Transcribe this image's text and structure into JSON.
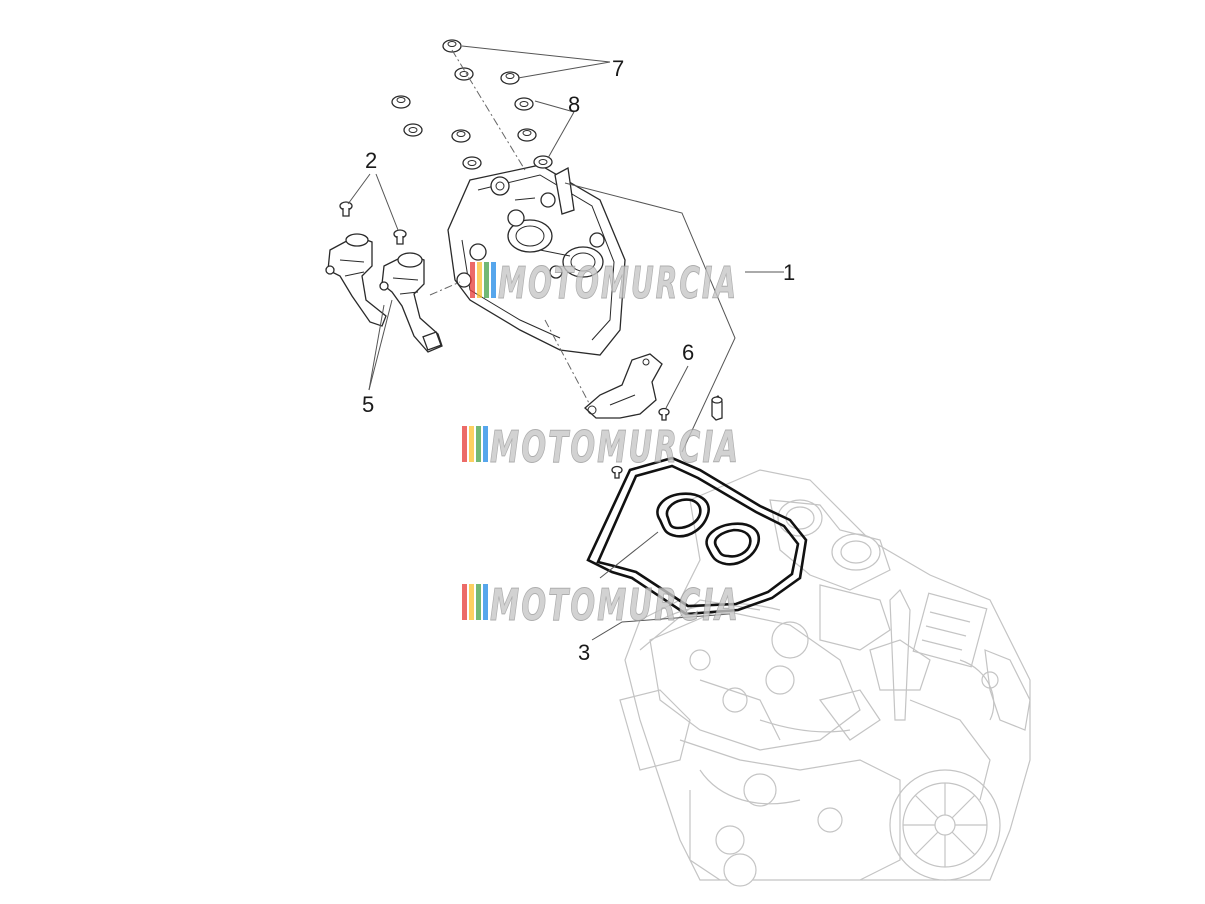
{
  "callouts": [
    {
      "id": "1",
      "label": "1"
    },
    {
      "id": "2",
      "label": "2"
    },
    {
      "id": "3",
      "label": "3"
    },
    {
      "id": "5",
      "label": "5"
    },
    {
      "id": "6",
      "label": "6"
    },
    {
      "id": "7",
      "label": "7"
    },
    {
      "id": "8",
      "label": "8"
    }
  ],
  "watermark": {
    "text": "MOTOMURCIA",
    "colors": [
      "#e53935",
      "#fbc02d",
      "#43a047",
      "#1e88e5"
    ]
  },
  "colors": {
    "line": "#2a2a2a",
    "engine": "#c4c4c4",
    "background": "#ffffff"
  }
}
